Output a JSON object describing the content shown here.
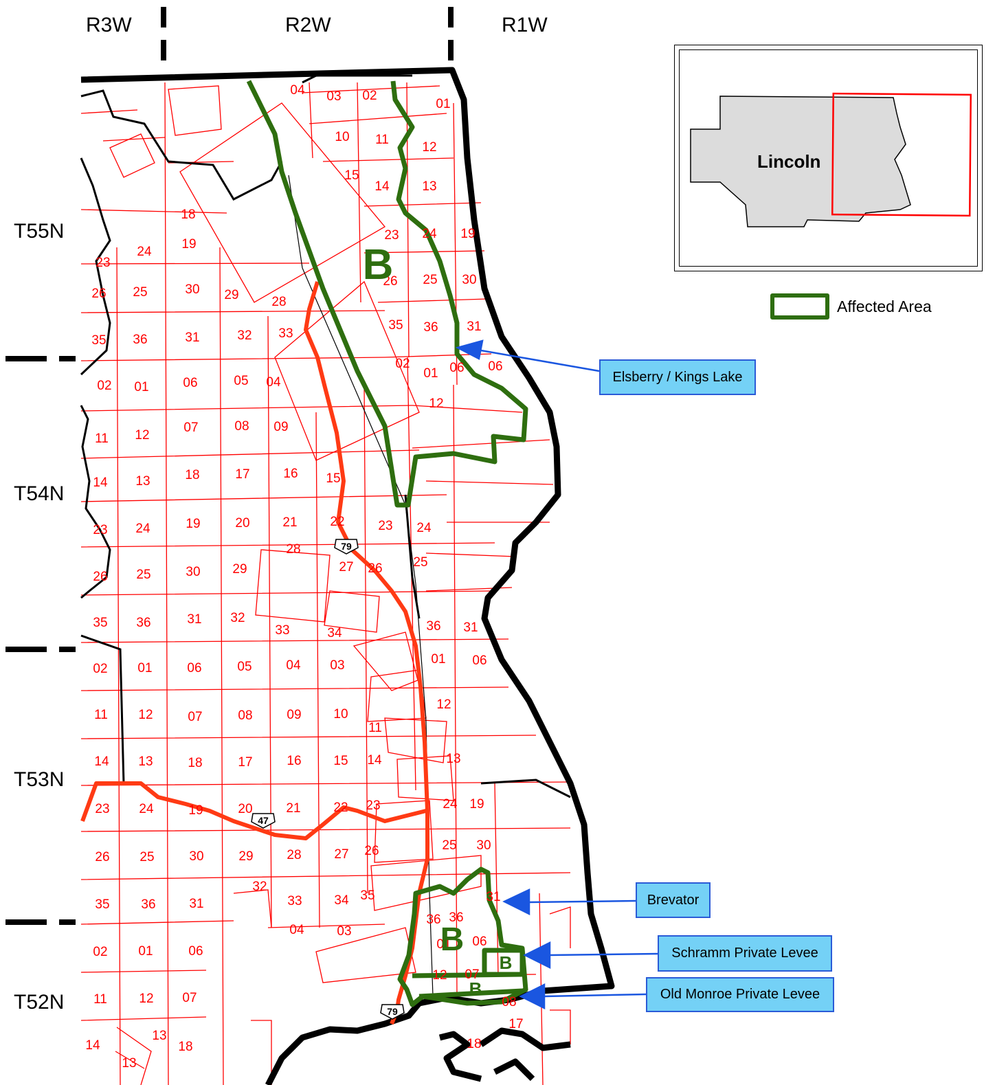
{
  "ranges": [
    "R3W",
    "R2W",
    "R1W"
  ],
  "townships": [
    "T55N",
    "T54N",
    "T53N",
    "T52N"
  ],
  "inset": {
    "county": "Lincoln"
  },
  "legend": {
    "label": "Affected Area"
  },
  "callouts": {
    "elsberry": "Elsberry / Kings Lake",
    "brevator": "Brevator",
    "schramm": "Schramm Private Levee",
    "old_monroe": "Old Monroe Private Levee"
  },
  "area_markers": [
    "B",
    "B",
    "B",
    "B"
  ],
  "highways": [
    "79",
    "47",
    "79"
  ],
  "sections": [
    [
      "04",
      433,
      130
    ],
    [
      "03",
      486,
      139
    ],
    [
      "02",
      538,
      138
    ],
    [
      "01",
      645,
      150
    ],
    [
      "10",
      498,
      198
    ],
    [
      "11",
      556,
      202
    ],
    [
      "12",
      625,
      213
    ],
    [
      "15",
      512,
      254
    ],
    [
      "14",
      556,
      270
    ],
    [
      "13",
      625,
      270
    ],
    [
      "18",
      274,
      311
    ],
    [
      "24",
      210,
      365
    ],
    [
      "19",
      275,
      354
    ],
    [
      "23",
      150,
      381
    ],
    [
      "23",
      570,
      341
    ],
    [
      "24",
      625,
      339
    ],
    [
      "19",
      681,
      339
    ],
    [
      "26",
      144,
      426
    ],
    [
      "25",
      204,
      424
    ],
    [
      "30",
      280,
      420
    ],
    [
      "29",
      337,
      428
    ],
    [
      "28",
      406,
      438
    ],
    [
      "26",
      568,
      408
    ],
    [
      "25",
      626,
      406
    ],
    [
      "30",
      683,
      406
    ],
    [
      "35",
      144,
      494
    ],
    [
      "36",
      204,
      493
    ],
    [
      "31",
      280,
      490
    ],
    [
      "32",
      356,
      487
    ],
    [
      "33",
      416,
      484
    ],
    [
      "35",
      576,
      472
    ],
    [
      "36",
      627,
      475
    ],
    [
      "31",
      690,
      474
    ],
    [
      "02",
      152,
      560
    ],
    [
      "01",
      206,
      562
    ],
    [
      "06",
      277,
      556
    ],
    [
      "05",
      351,
      553
    ],
    [
      "04",
      398,
      555
    ],
    [
      "02",
      586,
      528
    ],
    [
      "01",
      627,
      542
    ],
    [
      "06",
      665,
      534
    ],
    [
      "06",
      721,
      532
    ],
    [
      "12",
      635,
      586
    ],
    [
      "11",
      148,
      637
    ],
    [
      "12",
      207,
      632
    ],
    [
      "07",
      278,
      621
    ],
    [
      "08",
      352,
      619
    ],
    [
      "09",
      409,
      620
    ],
    [
      "14",
      146,
      701
    ],
    [
      "13",
      208,
      699
    ],
    [
      "18",
      280,
      690
    ],
    [
      "17",
      353,
      689
    ],
    [
      "16",
      423,
      688
    ],
    [
      "15",
      485,
      695
    ],
    [
      "23",
      146,
      770
    ],
    [
      "24",
      208,
      768
    ],
    [
      "19",
      281,
      761
    ],
    [
      "20",
      353,
      760
    ],
    [
      "21",
      422,
      759
    ],
    [
      "22",
      491,
      758
    ],
    [
      "23",
      561,
      764
    ],
    [
      "24",
      617,
      767
    ],
    [
      "28",
      427,
      798
    ],
    [
      "27",
      504,
      824
    ],
    [
      "26",
      546,
      826
    ],
    [
      "25",
      612,
      817
    ],
    [
      "26",
      146,
      838
    ],
    [
      "25",
      209,
      835
    ],
    [
      "30",
      281,
      831
    ],
    [
      "29",
      349,
      827
    ],
    [
      "35",
      146,
      905
    ],
    [
      "36",
      209,
      905
    ],
    [
      "31",
      283,
      900
    ],
    [
      "32",
      346,
      898
    ],
    [
      "33",
      411,
      916
    ],
    [
      "34",
      487,
      920
    ],
    [
      "36",
      631,
      910
    ],
    [
      "31",
      685,
      912
    ],
    [
      "02",
      146,
      972
    ],
    [
      "01",
      211,
      971
    ],
    [
      "06",
      283,
      971
    ],
    [
      "05",
      356,
      969
    ],
    [
      "04",
      427,
      967
    ],
    [
      "03",
      491,
      967
    ],
    [
      "01",
      638,
      958
    ],
    [
      "06",
      698,
      960
    ],
    [
      "12",
      646,
      1024
    ],
    [
      "11",
      147,
      1039
    ],
    [
      "12",
      212,
      1039
    ],
    [
      "07",
      284,
      1042
    ],
    [
      "08",
      357,
      1040
    ],
    [
      "09",
      428,
      1039
    ],
    [
      "10",
      496,
      1038
    ],
    [
      "11",
      546,
      1058
    ],
    [
      "14",
      148,
      1107
    ],
    [
      "13",
      212,
      1107
    ],
    [
      "18",
      284,
      1109
    ],
    [
      "17",
      357,
      1108
    ],
    [
      "16",
      428,
      1106
    ],
    [
      "15",
      496,
      1106
    ],
    [
      "14",
      545,
      1105
    ],
    [
      "13",
      660,
      1103
    ],
    [
      "23",
      149,
      1176
    ],
    [
      "24",
      213,
      1176
    ],
    [
      "19",
      285,
      1178
    ],
    [
      "20",
      357,
      1176
    ],
    [
      "21",
      427,
      1175
    ],
    [
      "22",
      496,
      1174
    ],
    [
      "23",
      543,
      1171
    ],
    [
      "24",
      655,
      1169
    ],
    [
      "19",
      694,
      1169
    ],
    [
      "25",
      654,
      1229
    ],
    [
      "30",
      704,
      1229
    ],
    [
      "26",
      149,
      1246
    ],
    [
      "25",
      214,
      1246
    ],
    [
      "30",
      286,
      1245
    ],
    [
      "29",
      358,
      1245
    ],
    [
      "28",
      428,
      1243
    ],
    [
      "27",
      497,
      1242
    ],
    [
      "26",
      541,
      1237
    ],
    [
      "35",
      149,
      1315
    ],
    [
      "36",
      216,
      1315
    ],
    [
      "31",
      286,
      1314
    ],
    [
      "32",
      378,
      1289
    ],
    [
      "33",
      429,
      1310
    ],
    [
      "34",
      497,
      1309
    ],
    [
      "35",
      535,
      1302
    ],
    [
      "31",
      718,
      1304
    ],
    [
      "36",
      631,
      1337
    ],
    [
      "36",
      664,
      1334
    ],
    [
      "02",
      146,
      1384
    ],
    [
      "01",
      212,
      1383
    ],
    [
      "06",
      285,
      1383
    ],
    [
      "04",
      432,
      1352
    ],
    [
      "03",
      501,
      1354
    ],
    [
      "01",
      646,
      1373
    ],
    [
      "06",
      698,
      1369
    ],
    [
      "12",
      640,
      1418
    ],
    [
      "07",
      687,
      1417
    ],
    [
      "08",
      741,
      1457
    ],
    [
      "11",
      146,
      1453
    ],
    [
      "12",
      213,
      1452
    ],
    [
      "07",
      276,
      1451
    ],
    [
      "13",
      232,
      1506
    ],
    [
      "17",
      751,
      1489
    ],
    [
      "14",
      135,
      1520
    ],
    [
      "18",
      270,
      1522
    ],
    [
      "13",
      188,
      1546
    ],
    [
      "18",
      690,
      1518
    ]
  ]
}
